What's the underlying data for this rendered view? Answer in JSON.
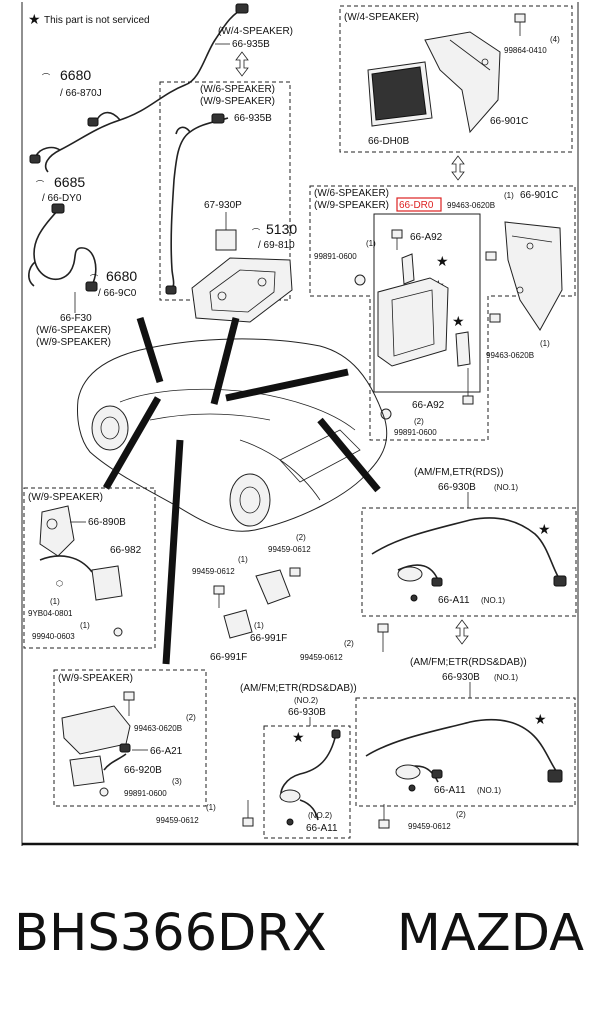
{
  "legend": {
    "star_glyph": "★",
    "text": "This part is not serviced"
  },
  "left_column": {
    "p6680_a": "6680",
    "p66870J": "/ 66-870J",
    "p6685": "6685",
    "p66DY0": "/ 66-DY0",
    "p6680_b": "6680",
    "p669C0": "/ 66-9C0",
    "f30": "66-F30",
    "w6": "(W/6-SPEAKER)",
    "w9": "(W/9-SPEAKER)"
  },
  "top_center": {
    "w4": "(W/4-SPEAKER)",
    "p66935B_a": "66-935B",
    "w6": "(W/6-SPEAKER)",
    "w9": "(W/9-SPEAKER)",
    "p66935B_b": "66-935B",
    "p67930P": "67-930P",
    "p5130": "5130",
    "p69810": "/ 69-810"
  },
  "w4_box": {
    "title": "(W/4-SPEAKER)",
    "qty": "(4)",
    "bolt": "99864-0410",
    "bracket": "66-901C",
    "unit": "66-DH0B"
  },
  "amp_box": {
    "w6": "(W/6-SPEAKER)",
    "w9": "(W/9-SPEAKER)",
    "highlight": "66-DR0",
    "bolt_top": "99463-0620B",
    "bracket_qty": "(1)",
    "bracket": "66-901C",
    "a92_top": "66-A92",
    "nut_qty": "(1)",
    "nut": "99891-0600",
    "bolt_right_qty": "(1)",
    "bolt_right": "99463-0620B",
    "a92_bottom": "66-A92",
    "nut2_qty": "(2)",
    "nut2": "99891-0600"
  },
  "rds_box": {
    "title": "(AM/FM,ETR(RDS))",
    "part": "66-930B",
    "no1": "(NO.1)",
    "a11": "66-A11",
    "a11_no": "(NO.1)"
  },
  "w9_left_box": {
    "title": "(W/9-SPEAKER)",
    "p890B": "66-890B",
    "p982": "66-982",
    "p9YB": "9YB04-0801",
    "qty1": "(1)",
    "qty2": "(1)",
    "nut": "99940-0603"
  },
  "center_parts": {
    "bolt_a": "99459-0612",
    "qty_a": "(2)",
    "bolt_b": "99459-0612",
    "qty_b": "(1)",
    "p991F_a": "66-991F",
    "p991F_b": "66-991F",
    "bolt_c": "99459-0612",
    "qty_c": "(2)"
  },
  "w9_bottom_box": {
    "title": "(W/9-SPEAKER)",
    "bolt": "99463-0620B",
    "bolt_qty": "(2)",
    "a21": "66-A21",
    "p920B": "66-920B",
    "nut_qty": "(3)",
    "nut": "99891-0600"
  },
  "dab_box": {
    "title": "(AM/FM;ETR(RDS&DAB))",
    "part": "66-930B",
    "no1": "(NO.1)",
    "a11": "66-A11",
    "a11_no": "(NO.1)"
  },
  "dab2_box": {
    "title": "(AM/FM;ETR(RDS&DAB))",
    "no2": "(NO.2)",
    "part": "66-930B",
    "a11_no": "(NO.2)",
    "a11": "66-A11"
  },
  "bottom_bolts": {
    "left_qty": "(1)",
    "left": "99459-0612",
    "right_qty": "(2)",
    "right": "99459-0612"
  },
  "caption": {
    "part_number": "BHS366DRX",
    "brand": "MAZDA"
  }
}
